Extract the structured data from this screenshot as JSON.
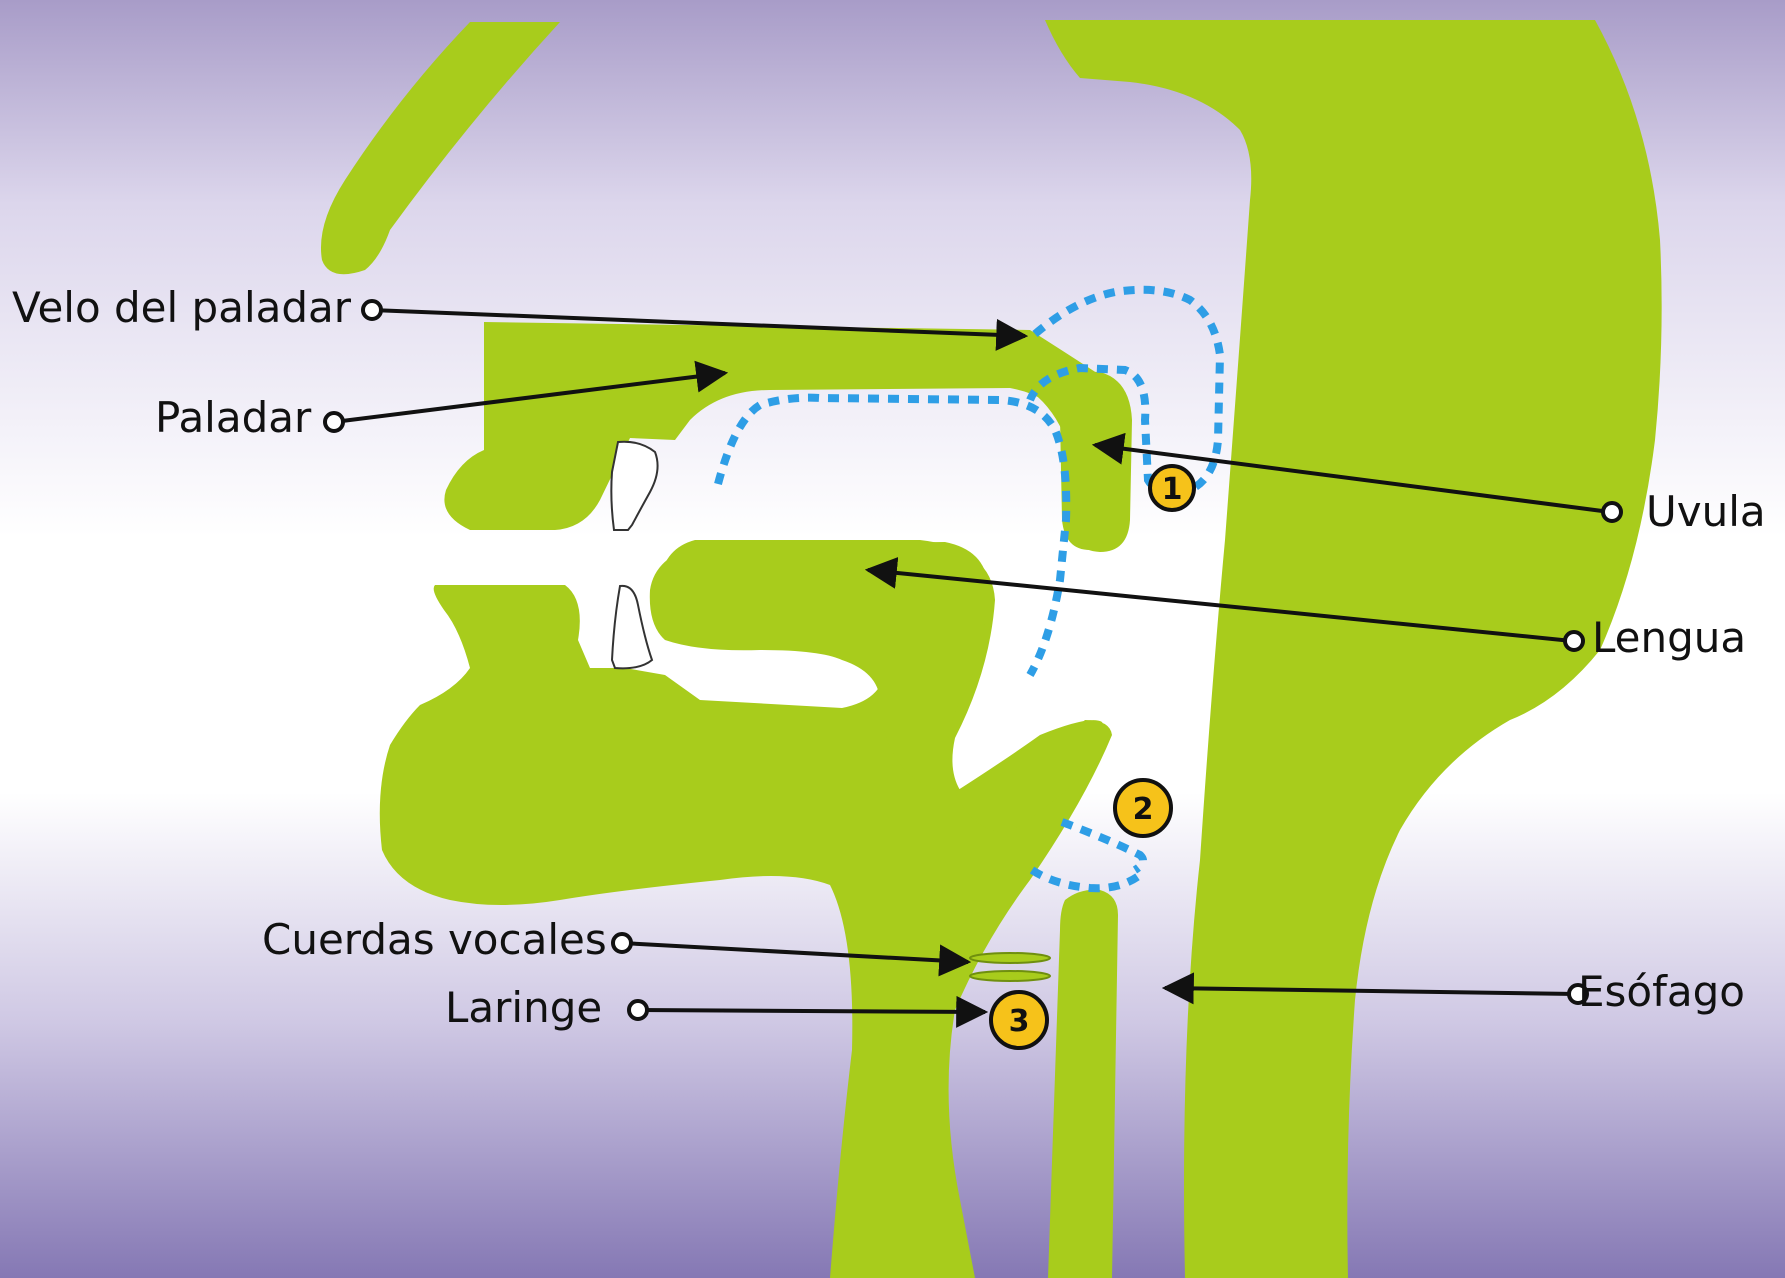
{
  "labels": {
    "velo": "Velo del paladar",
    "paladar": "Paladar",
    "uvula": "Uvula",
    "lengua": "Lengua",
    "cuerdas": "Cuerdas vocales",
    "laringe": "Laringe",
    "esofago": "Esófago"
  },
  "markers": {
    "one": "1",
    "two": "2",
    "three": "3"
  },
  "colors": {
    "tissue": "#a8cc1c",
    "airway_path": "#2e9ee6",
    "marker_fill": "#f6c21a",
    "background_top": "#a89cc8",
    "background_mid": "#ffffff",
    "background_bottom": "#8578b4"
  }
}
